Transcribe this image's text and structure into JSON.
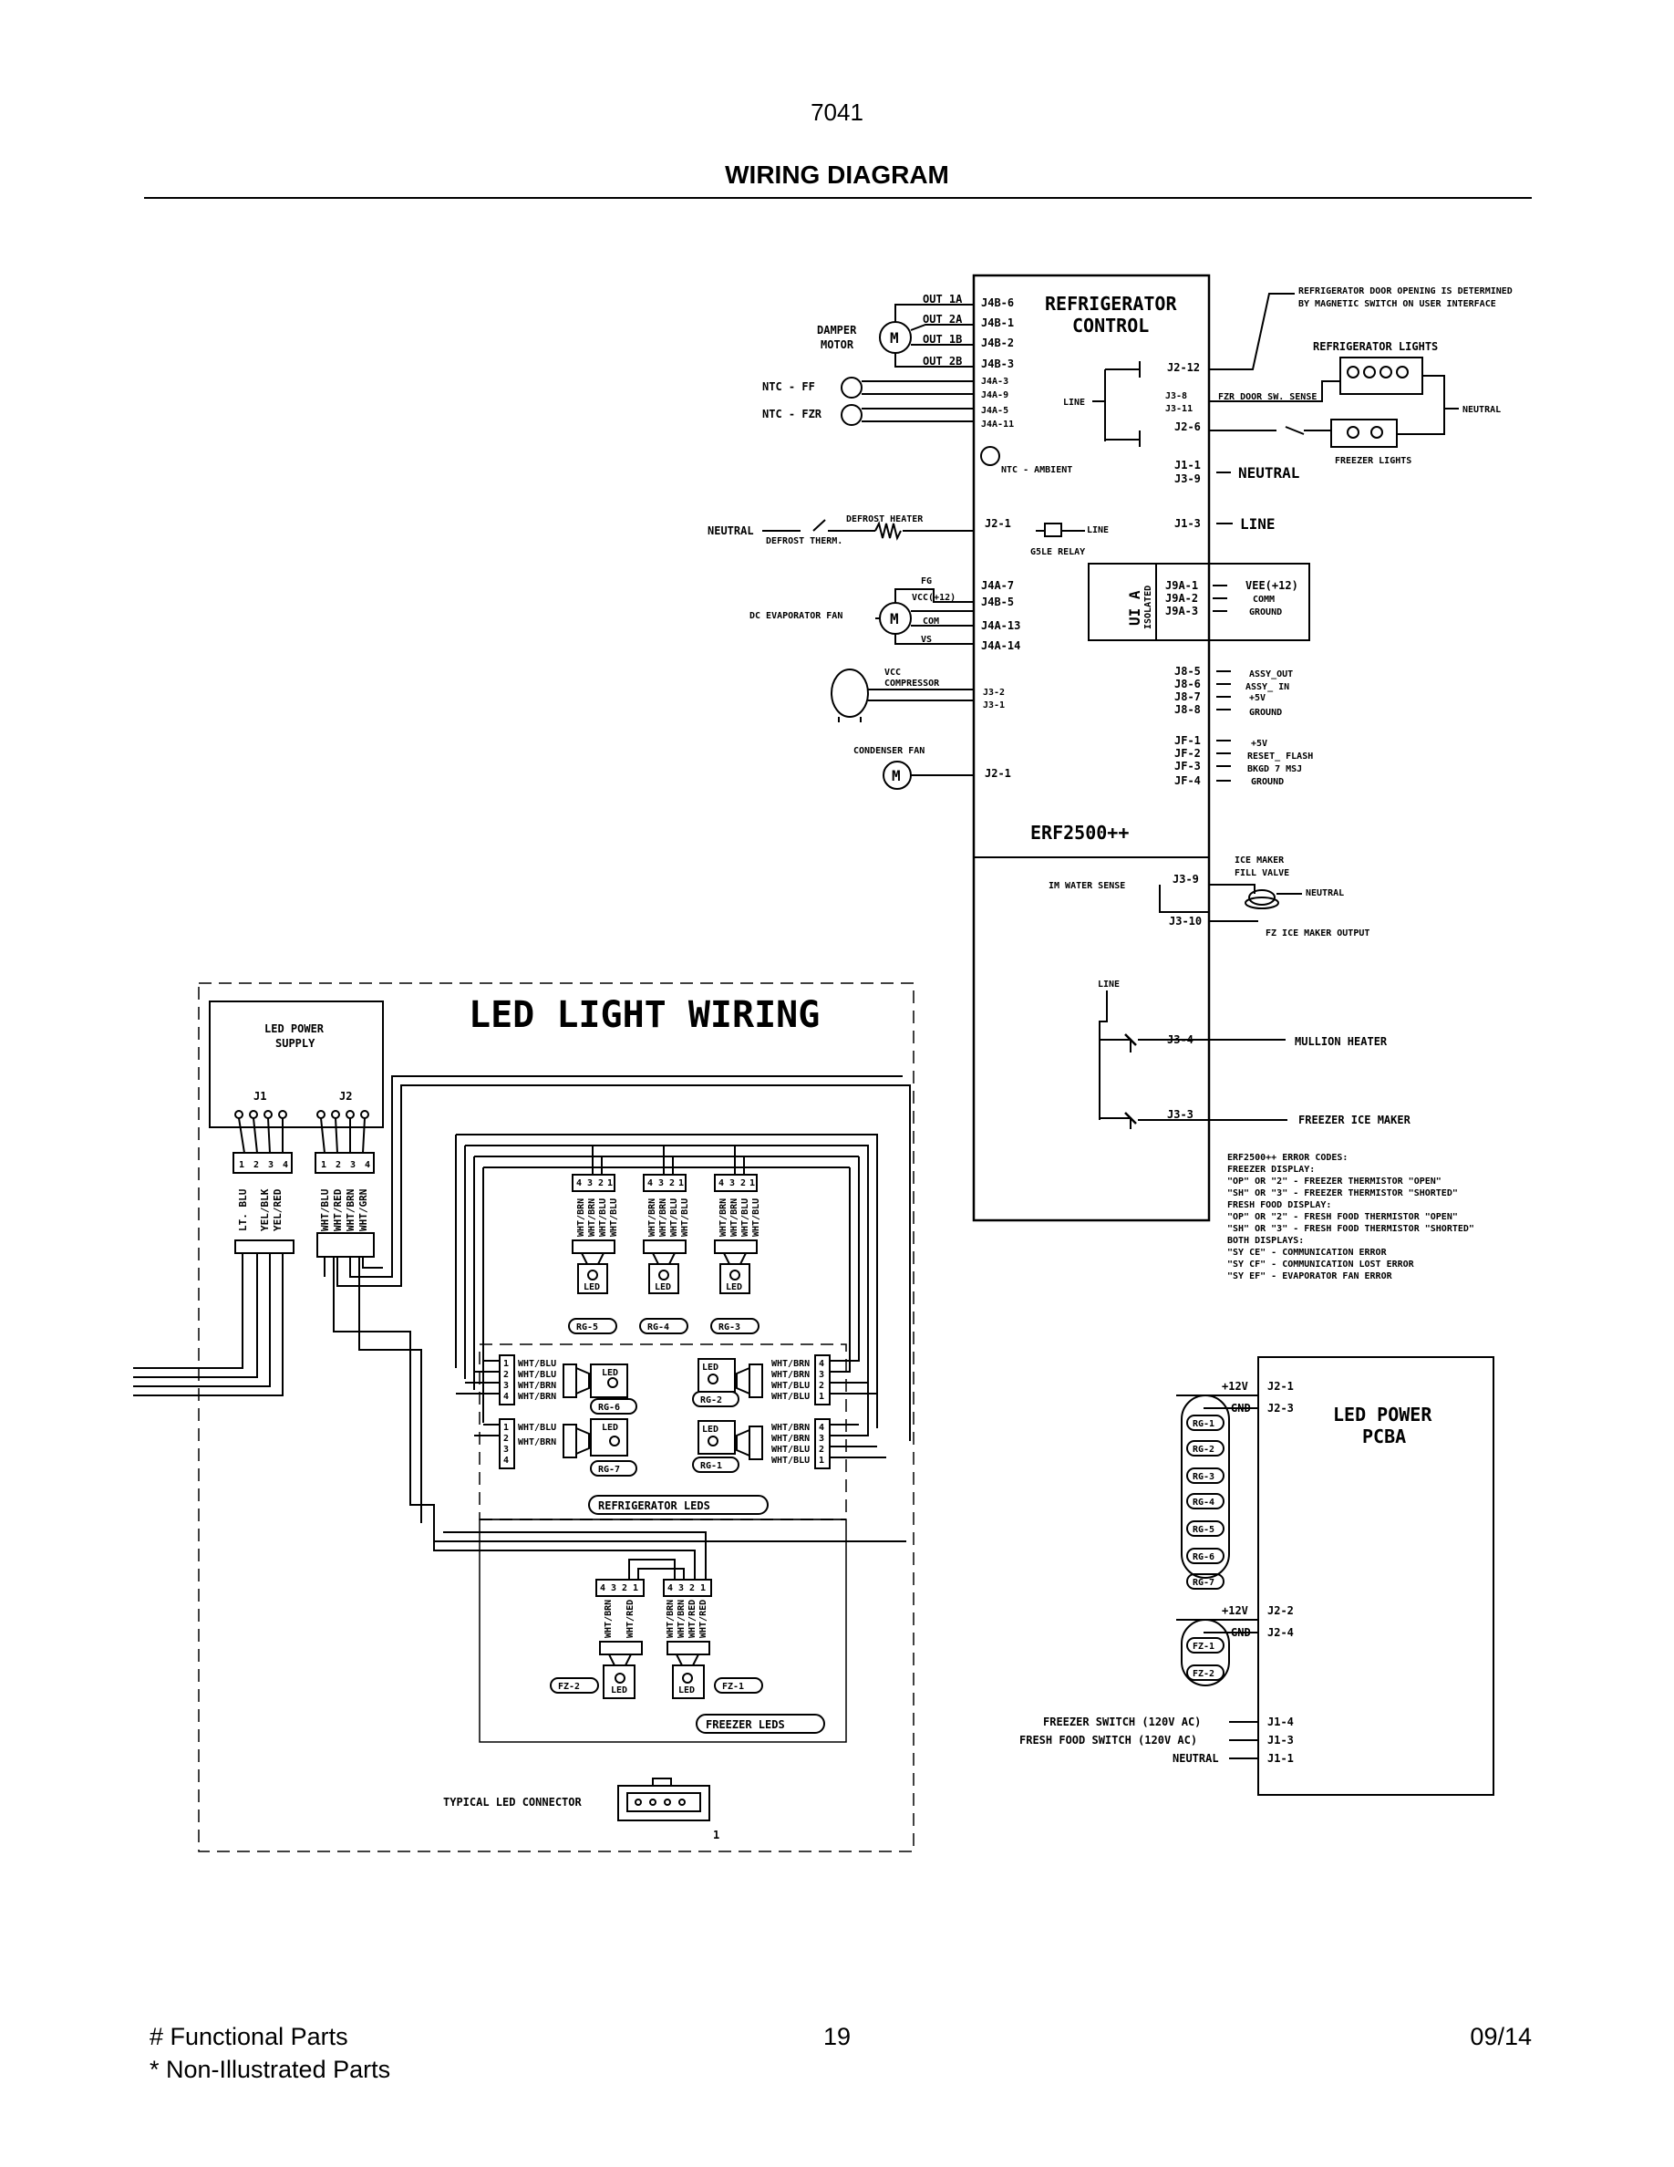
{
  "header": {
    "page_code": "7041",
    "title": "WIRING DIAGRAM"
  },
  "footer": {
    "functional_parts": "# Functional Parts",
    "non_illustrated": "* Non-Illustrated Parts",
    "page": "19",
    "date": "09/14"
  },
  "control": {
    "title1": "REFRIGERATOR",
    "title2": "CONTROL",
    "model": "ERF2500++",
    "left_pins": [
      "J4B-6",
      "J4B-1",
      "J4B-2",
      "J4B-3",
      "J4A-3",
      "J4A-9",
      "J4A-5",
      "J4A-11"
    ],
    "out_labels": [
      "OUT 1A",
      "OUT 2A",
      "OUT 1B",
      "OUT 2B"
    ],
    "damper_motor": [
      "DAMPER",
      "MOTOR"
    ],
    "motor_symbol": "M",
    "ntc_ff": "NTC - FF",
    "ntc_fzr": "NTC - FZR",
    "ntc_ambient": "NTC  - AMBIENT",
    "line": "LINE",
    "right_pins_top": [
      "J2-12",
      "J3-8",
      "J3-11",
      "J2-6"
    ],
    "fzr_door": "FZR DOOR SW. SENSE",
    "door_note": [
      "REFRIGERATOR DOOR OPENING IS DETERMINED",
      "BY MAGNETIC SWITCH ON USER INTERFACE"
    ],
    "refrigerator_lights": "REFRIGERATOR LIGHTS",
    "freezer_lights": "FREEZER LIGHTS",
    "neutral": "NEUTRAL",
    "j1_pins": [
      "J1-1",
      "J3-9"
    ],
    "j1_3": "J1-3",
    "neutral_big": "NEUTRAL",
    "line_big": "LINE",
    "defrost_heater": "DEFROST HEATER",
    "defrost_therm": "DEFROST THERM.",
    "neutral_left": "NEUTRAL",
    "j2_1": "J2-1",
    "relay": "G5LE RELAY",
    "fan_labels": [
      "FG",
      "VCC(+12)",
      "COM",
      "VS"
    ],
    "fan_pins": [
      "J4A-7",
      "J4B-5",
      "J4A-13",
      "J4A-14"
    ],
    "dc_fan": "DC EVAPORATOR FAN",
    "ui_label": "UI A",
    "isolated": "ISOLATED",
    "j9_pins": [
      "J9A-1",
      "J9A-2",
      "J9A-3"
    ],
    "j9_labels": [
      "VEE(+12)",
      "COMM",
      "GROUND"
    ],
    "vcc": "VCC",
    "compressor": "COMPRESSOR",
    "comp_pins": [
      "J3-2",
      "J3-1"
    ],
    "j8_pins": [
      "J8-5",
      "J8-6",
      "J8-7",
      "J8-8"
    ],
    "j8_labels": [
      "ASSY_OUT",
      "ASSY_ IN",
      "+5V",
      "GROUND"
    ],
    "condenser_fan": "CONDENSER FAN",
    "cond_pin": "J2-1",
    "jf_pins": [
      "JF-1",
      "JF-2",
      "JF-3",
      "JF-4"
    ],
    "jf_labels": [
      "+5V",
      "RESET_ FLASH",
      "BKGD 7 MSJ",
      "GROUND"
    ]
  },
  "icemaker": {
    "fill_valve": [
      "ICE MAKER",
      "FILL VALVE"
    ],
    "water_sense": "IM WATER SENSE",
    "pins": [
      "J3-9",
      "J3-10",
      "J3-4",
      "J3-3"
    ],
    "neutral": "NEUTRAL",
    "fz_output": "FZ ICE MAKER OUTPUT",
    "line": "LINE",
    "mullion": "MULLION HEATER",
    "freezer_ice": "FREEZER ICE MAKER"
  },
  "error_codes": [
    "ERF2500++ ERROR CODES:",
    "FREEZER DISPLAY:",
    "  \"OP\" OR \"2\" - FREEZER THERMISTOR \"OPEN\"",
    "  \"SH\" OR \"3\" - FREEZER THERMISTOR \"SHORTED\"",
    "FRESH FOOD DISPLAY:",
    "  \"OP\" OR \"2\" - FRESH FOOD THERMISTOR \"OPEN\"",
    "  \"SH\" OR \"3\" - FRESH FOOD THERMISTOR \"SHORTED\"",
    "BOTH DISPLAYS:",
    "\"SY CE\" - COMMUNICATION ERROR",
    "\"SY CF\" - COMMUNICATION LOST ERROR",
    "\"SY EF\" - EVAPORATOR FAN ERROR"
  ],
  "led_wiring": {
    "title": "LED LIGHT WIRING",
    "power_supply": [
      "LED POWER",
      "SUPPLY"
    ],
    "j1": "J1",
    "j2": "J2",
    "j1_wires": [
      "LT. BLU",
      "YEL/BLK",
      "YEL/RED"
    ],
    "j2_wires": [
      "WHT/BLU",
      "WHT/RED",
      "WHT/BRN",
      "WHT/GRN"
    ],
    "pin_nums": [
      "1",
      "2",
      "3",
      "4"
    ],
    "led": "LED",
    "top_modules": [
      "RG-5",
      "RG-4",
      "RG-3"
    ],
    "top_wires": [
      "WHT/BRN",
      "WHT/BRN",
      "WHT/BLU",
      "WHT/BLU"
    ],
    "mid_modules": [
      "RG-6",
      "RG-2"
    ],
    "low_modules": [
      "RG-7",
      "RG-1"
    ],
    "side_wires_a": [
      "WHT/BLU",
      "WHT/BLU",
      "WHT/BRN",
      "WHT/BRN"
    ],
    "side_wires_b": [
      "WHT/BRN",
      "WHT/BRN",
      "WHT/BLU",
      "WHT/BLU"
    ],
    "side_wires_c": [
      "WHT/BLU",
      "WHT/BRN"
    ],
    "refrigerator_leds": "REFRIGERATOR LEDS",
    "freezer_modules": [
      "FZ-2",
      "FZ-1"
    ],
    "fz_wires_a": [
      "WHT/BRN",
      "WHT/RED"
    ],
    "fz_wires_b": [
      "WHT/BRN",
      "WHT/BRN",
      "WHT/RED",
      "WHT/RED"
    ],
    "freezer_leds": "FREEZER LEDS",
    "typical_connector": "TYPICAL LED CONNECTOR",
    "connector_pin": "1"
  },
  "pcba": {
    "title1": "LED POWER",
    "title2": "PCBA",
    "plus12v": "+12V",
    "gnd": "GND",
    "pins_a": [
      "J2-1",
      "J2-3"
    ],
    "rg_list": [
      "RG-1",
      "RG-2",
      "RG-3",
      "RG-4",
      "RG-5",
      "RG-6",
      "RG-7"
    ],
    "pins_b": [
      "J2-2",
      "J2-4"
    ],
    "fz_list": [
      "FZ-1",
      "FZ-2"
    ],
    "switch_labels": [
      "FREEZER SWITCH (120V AC)",
      "FRESH FOOD SWITCH (120V AC)",
      "NEUTRAL"
    ],
    "switch_pins": [
      "J1-4",
      "J1-3",
      "J1-1"
    ]
  }
}
